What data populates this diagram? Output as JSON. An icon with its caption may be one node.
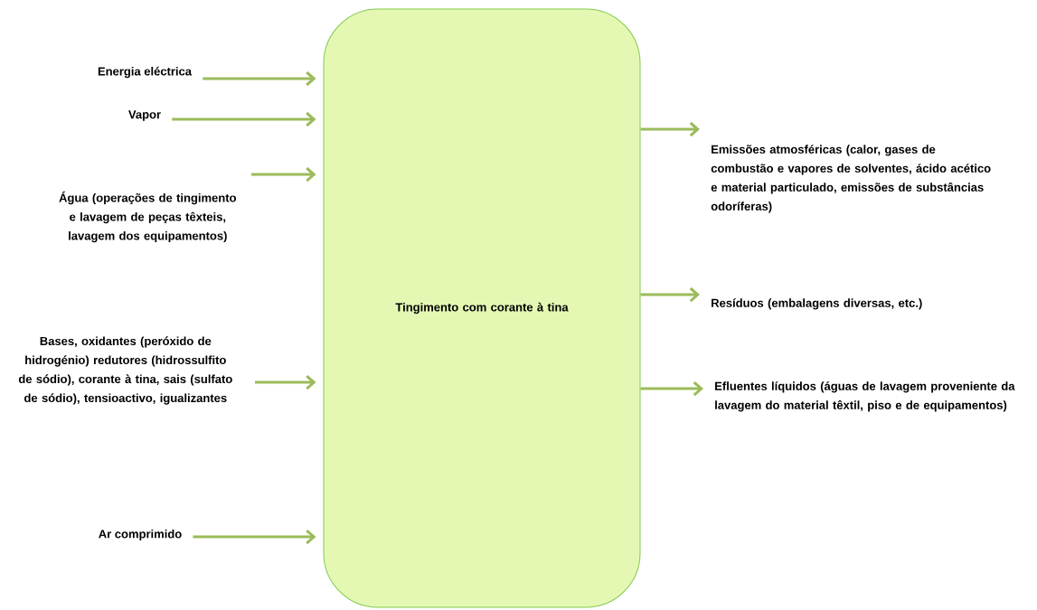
{
  "diagram": {
    "nodes": [
      {
        "text": [
          "Tingimento com corante à tina"
        ]
      },
      {
        "text": [
          "Energia eléctrica"
        ]
      },
      {
        "text": [
          "Vapor"
        ]
      },
      {
        "text": [
          "Água (operações de tingimento e lavagem de peças têxteis, lavagem dos equipamentos)"
        ]
      },
      {
        "text": [
          "Bases, oxidantes (peróxido de hidrogénio) redutores (hidrossulfito de sódio), corante à tina, sais (sulfato de sódio), tensioactivo, igualizantes"
        ]
      },
      {
        "text": [
          "Ar comprimido"
        ]
      },
      {
        "text": [
          "Emissões atmosféricas (calor, gases de combustão e vapores de solventes, ácido acético e material particulado, emissões de substâncias odoríferas)"
        ]
      },
      {
        "text": [
          "Resíduos (embalagens diversas, etc.)"
        ]
      },
      {
        "text": [
          "Efluentes líquidos (águas de lavagem proveniente da lavagem do material têxtil, piso e de equipamentos)"
        ]
      }
    ],
    "edges": [
      {
        "from": 1,
        "to": 0,
        "arrow": "to"
      },
      {
        "from": 2,
        "to": 0,
        "arrow": "to"
      },
      {
        "from": 3,
        "to": 0,
        "arrow": "to"
      },
      {
        "from": 4,
        "to": 0,
        "arrow": "to"
      },
      {
        "from": 5,
        "to": 0,
        "arrow": "to"
      },
      {
        "from": 0,
        "to": 6,
        "arrow": "to"
      },
      {
        "from": 0,
        "to": 7,
        "arrow": "to"
      },
      {
        "from": 0,
        "to": 8,
        "arrow": "to"
      }
    ]
  }
}
